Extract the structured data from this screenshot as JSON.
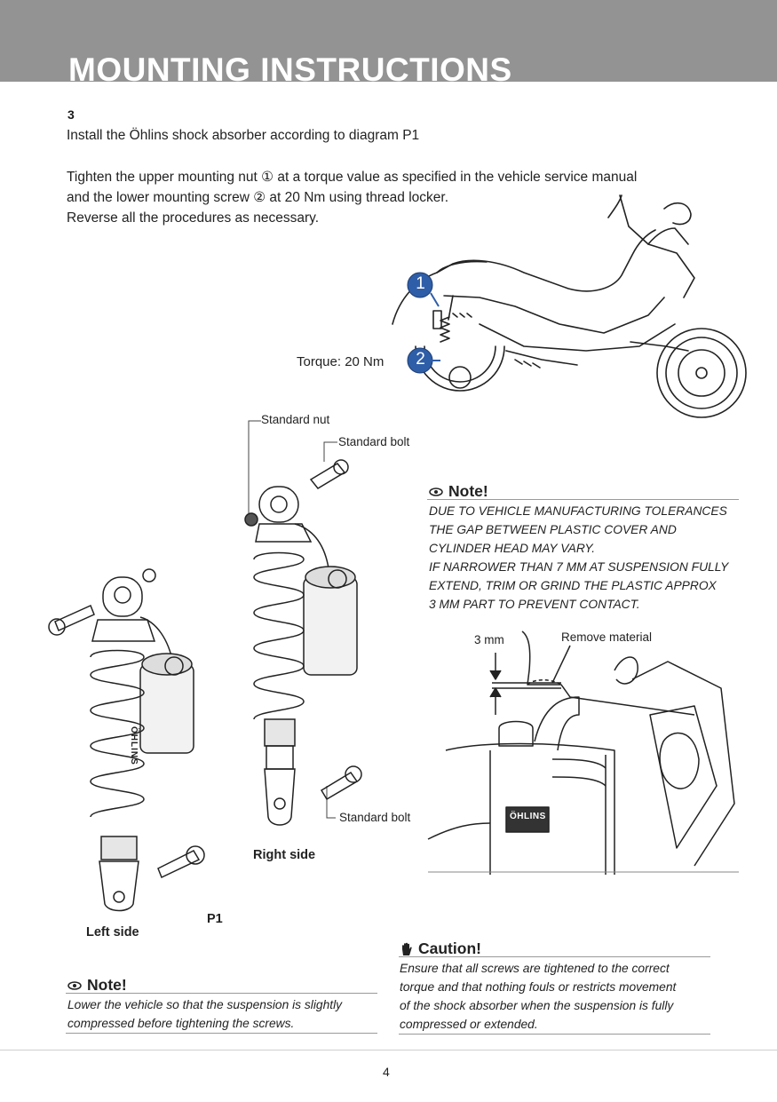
{
  "header": {
    "title": "MOUNTING INSTRUCTIONS"
  },
  "step": {
    "number": "3",
    "line1": "Install the Öhlins shock absorber according to diagram P1",
    "line2": "Tighten the upper mounting nut ① at a torque value as specified in the vehicle service manual",
    "line3": "and the lower mounting screw ② at 20 Nm using thread locker.",
    "line4": "Reverse all the procedures as necessary."
  },
  "diagram_labels": {
    "torque": "Torque: 20 Nm",
    "callout_1": "1",
    "callout_2": "2",
    "standard_nut": "Standard nut",
    "standard_bolt_top": "Standard bolt",
    "standard_bolt_bottom": "Standard bolt",
    "right_side": "Right side",
    "left_side": "Left side",
    "figure_id": "P1",
    "gap_3mm": "3 mm",
    "remove_material": "Remove material",
    "brand_mark": "ÖHLINS"
  },
  "note_right": {
    "title": "Note!",
    "lines": [
      "DUE TO VEHICLE MANUFACTURING TOLERANCES",
      "THE GAP BETWEEN PLASTIC COVER AND",
      "CYLINDER HEAD MAY VARY.",
      "IF NARROWER THAN 7 MM AT SUSPENSION FULLY",
      "EXTEND, TRIM OR GRIND THE PLASTIC APPROX",
      "3 MM PART TO PREVENT CONTACT."
    ]
  },
  "note_left": {
    "title": "Note!",
    "lines": [
      "Lower the vehicle so that the suspension is slightly",
      "compressed before tightening the screws."
    ]
  },
  "caution": {
    "title": "Caution!",
    "lines": [
      "Ensure that all screws are tightened to the correct",
      "torque and that nothing fouls or restricts movement",
      "of the shock absorber when the suspension is fully",
      "compressed or extended."
    ]
  },
  "footer": {
    "page_number": "4"
  },
  "colors": {
    "header_band": "#939393",
    "badge": "#2f5ea8",
    "text": "#1a1a1a"
  },
  "icons": {
    "note": "eye-icon",
    "caution": "hand-icon"
  }
}
